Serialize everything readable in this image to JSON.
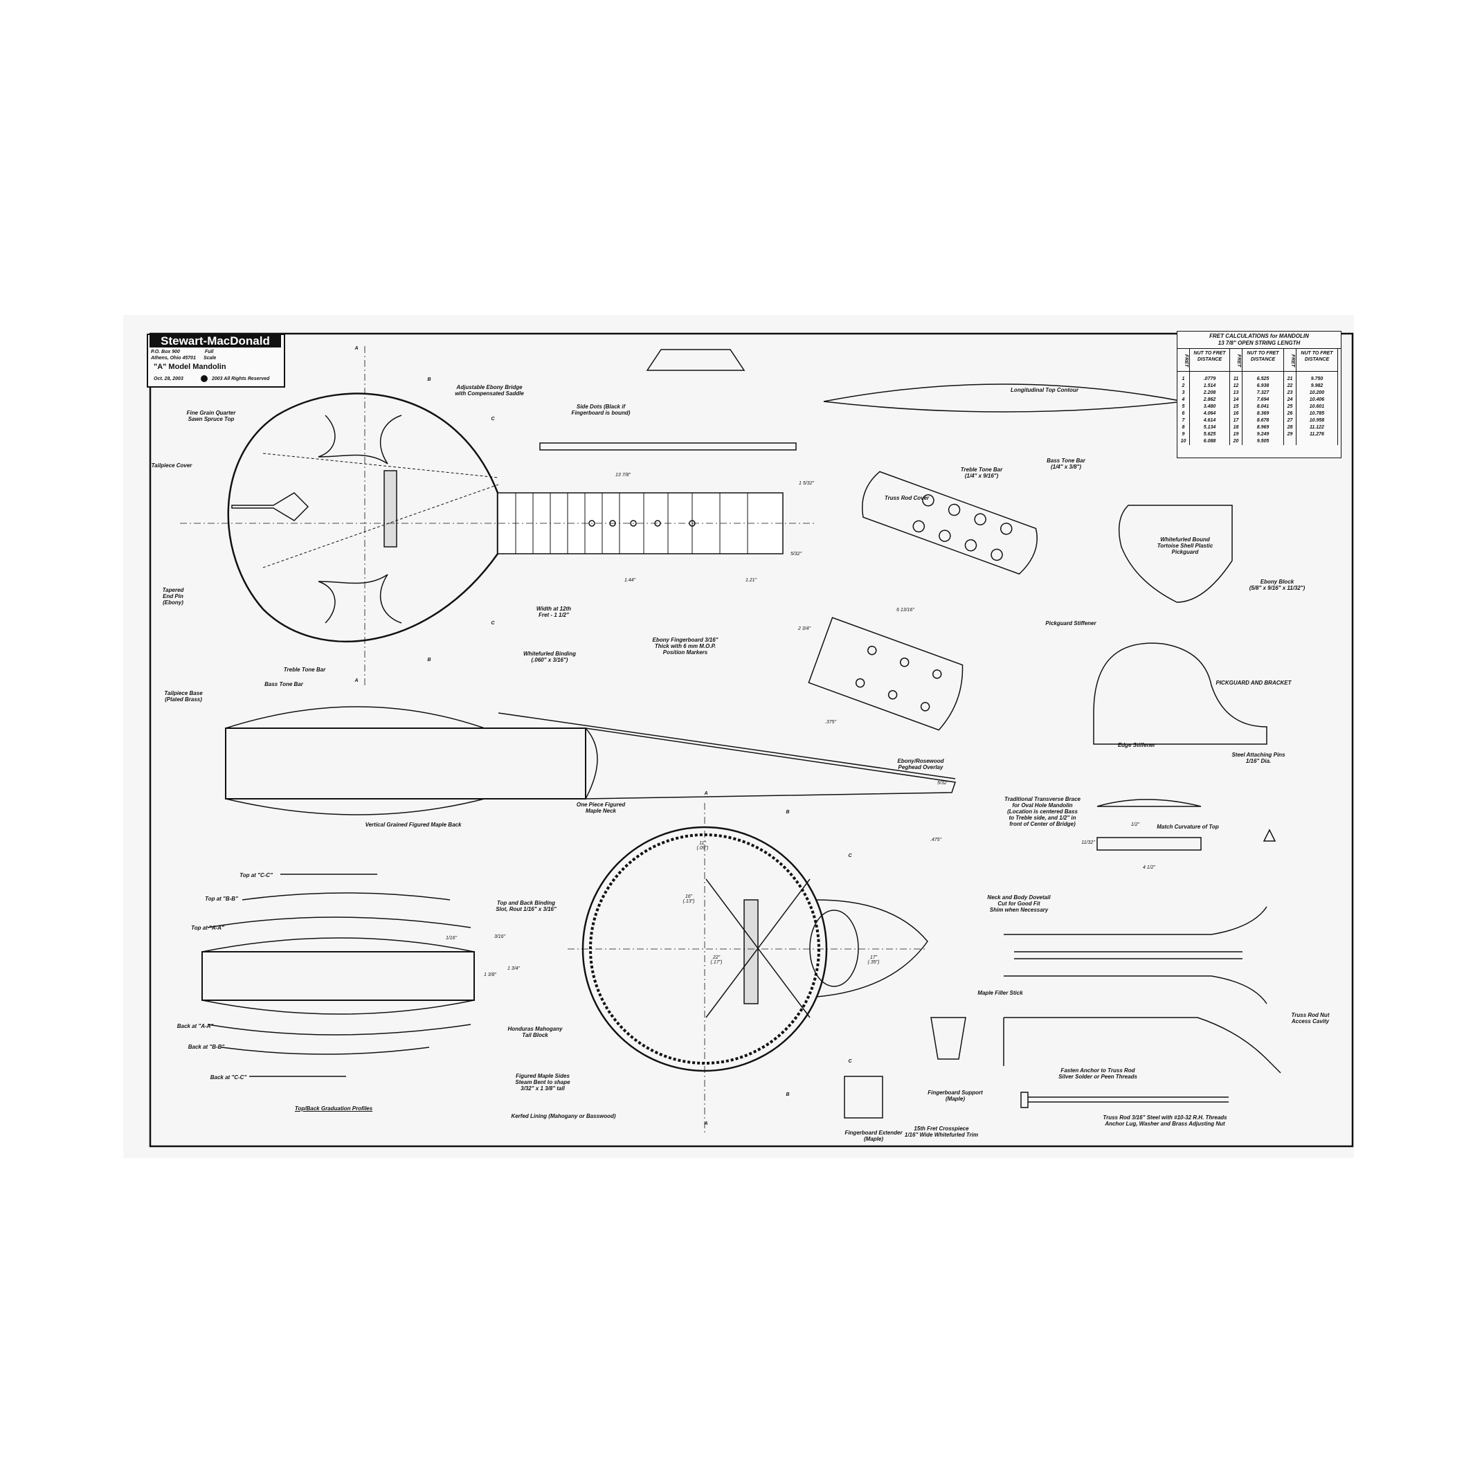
{
  "title_block": {
    "brand": "Stewart-MacDonald",
    "address_line1": "P.O. Box 900",
    "address_line2": "Athens, Ohio 45701",
    "scale_label": "Full",
    "scale_value": "Scale",
    "drawing_title": "\"A\" Model Mandolin",
    "date": "Oct. 28, 2003",
    "copyright": "2003 All Rights Reserved"
  },
  "fret_table": {
    "title": "FRET CALCULATIONS for MANDOLIN",
    "subtitle": "13 7/8\" OPEN STRING LENGTH",
    "fret_header": "FRET",
    "distance_header": "NUT TO FRET DISTANCE",
    "columns": [
      {
        "frets": [
          "1",
          "2",
          "3",
          "4",
          "5",
          "6",
          "7",
          "8",
          "9",
          "10"
        ],
        "distances": [
          ".0779",
          "1.514",
          "2.208",
          "2.862",
          "3.480",
          "4.064",
          "4.614",
          "5.134",
          "5.625",
          "6.088"
        ]
      },
      {
        "frets": [
          "11",
          "12",
          "13",
          "14",
          "15",
          "16",
          "17",
          "18",
          "19",
          "20"
        ],
        "distances": [
          "6.525",
          "6.938",
          "7.327",
          "7.694",
          "8.041",
          "8.369",
          "8.678",
          "8.969",
          "9.249",
          "9.505"
        ]
      },
      {
        "frets": [
          "21",
          "22",
          "23",
          "24",
          "25",
          "26",
          "27",
          "28",
          "29"
        ],
        "distances": [
          "9.750",
          "9.982",
          "10.200",
          "10.406",
          "10.601",
          "10.785",
          "10.958",
          "11.122",
          "11.276"
        ]
      }
    ]
  },
  "labels": {
    "spruce_top": "Fine Grain Quarter\nSawn Spruce Top",
    "tailpiece_cover": "Tailpiece Cover",
    "end_pin": "Tapered\nEnd Pin\n(Ebony)",
    "tailpiece_base": "Tailpiece Base\n(Plated Brass)",
    "treble_tone_bar": "Treble Tone Bar",
    "bass_tone_bar": "Bass Tone Bar",
    "bridge": "Adjustable Ebony Bridge\nwith Compensated Saddle",
    "side_dots": "Side Dots (Black if\nFingerboard is bound)",
    "width_12th": "Width at 12th\nFret - 1 1/2\"",
    "fingerboard": "Ebony Fingerboard 3/16\"\nThick with 6 mm M.O.P.\nPosition Markers",
    "binding": "Whitefurled Binding\n(.060\" x 3/16\")",
    "top_contour": "Longitudinal Top Contour",
    "treble_bar_size": "Treble Tone Bar\n(1/4\" x 9/16\")",
    "bass_bar_size": "Bass Tone Bar\n(1/4\" x 3/8\")",
    "truss_rod_cover": "Truss Rod Cover",
    "pickguard": "Whitefurled Bound\nTortoise Shell Plastic\nPickguard",
    "ebony_block": "Ebony Block\n(5/8\" x 9/16\" x 11/32\")",
    "pickguard_stiffener": "Pickguard Stiffener",
    "pickguard_bracket": "PICKGUARD AND BRACKET",
    "edge_stiffener": "Edge Stiffener",
    "attaching_pins": "Steel Attaching Pins\n1/16\" Dia.",
    "peghead_overlay": "Ebony/Rosewood\nPeghead Overlay",
    "maple_neck": "One Piece Figured\nMaple Neck",
    "maple_back": "Vertical Grained Figured Maple Back",
    "transverse_brace": "Traditional Transverse Brace\nfor Oval Hole Mandolin\n(Location is centered Bass\nto Treble side, and 1/2\" in\nfront of Center of Bridge)",
    "match_curvature": "Match Curvature of Top",
    "top_cc": "Top at \"C-C\"",
    "top_bb": "Top at \"B-B\"",
    "top_aa": "Top at \"A-A\"",
    "binding_slot": "Top and Back Binding\nSlot, Rout 1/16\" x 3/16\"",
    "back_aa": "Back at \"A-A\"",
    "back_bb": "Back at \"B-B\"",
    "back_cc": "Back at \"C-C\"",
    "graduation": "Top/Back Graduation Profiles",
    "tail_block": "Honduras Mahogany\nTail Block",
    "sides": "Figured Maple Sides\nSteam Bent to shape\n3/32\" x 1 3/8\" tall",
    "lining": "Kerfed Lining (Mahogany or Basswood)",
    "dovetail": "Neck and Body Dovetail\nCut for Good Fit\nShim when Necessary",
    "filler_stick": "Maple Filler Stick",
    "nut_cavity": "Truss Rod Nut\nAccess Cavity",
    "fb_support": "Fingerboard Support\n(Maple)",
    "crosspiece": "15th Fret Crosspiece\n1/16\" Wide Whitefurled Trim",
    "fb_extender": "Fingerboard Extender\n(Maple)",
    "anchor": "Fasten Anchor to Truss Rod\nSilver Solder or Peen Threads",
    "truss_rod": "Truss Rod 3/16\" Steel with #10-32 R.H. Threads\nAnchor Lug, Washer and Brass Adjusting Nut"
  },
  "dimensions": {
    "scale": "13 7/8\"",
    "nut_width": "1 5/32\"",
    "end_dim": "5/32\"",
    "d1": "1.44\"",
    "d2": "1.21\"",
    "peghead_w": "2 3/4\"",
    "peghead_l": "6 13/16\"",
    "d375": ".375\"",
    "d532": "5/32\"",
    "d475": ".475\"",
    "brace_w": "4 1/2\"",
    "brace_h": "11/32\"",
    "half": "1/2\"",
    "h116": "1/16\"",
    "h316": "3/16\"",
    "h134": "1 3/4\"",
    "h138": "1 3/8\"",
    "r11": "11\"\n(.09\")",
    "r16": "16\"\n(.13\")",
    "r22": "22\"\n(.17\")",
    "r17": "17\"\n(.35\")"
  },
  "section_marks": {
    "a": "A",
    "b": "B",
    "c": "C"
  },
  "colors": {
    "paper": "#f6f6f6",
    "ink": "#111111"
  }
}
